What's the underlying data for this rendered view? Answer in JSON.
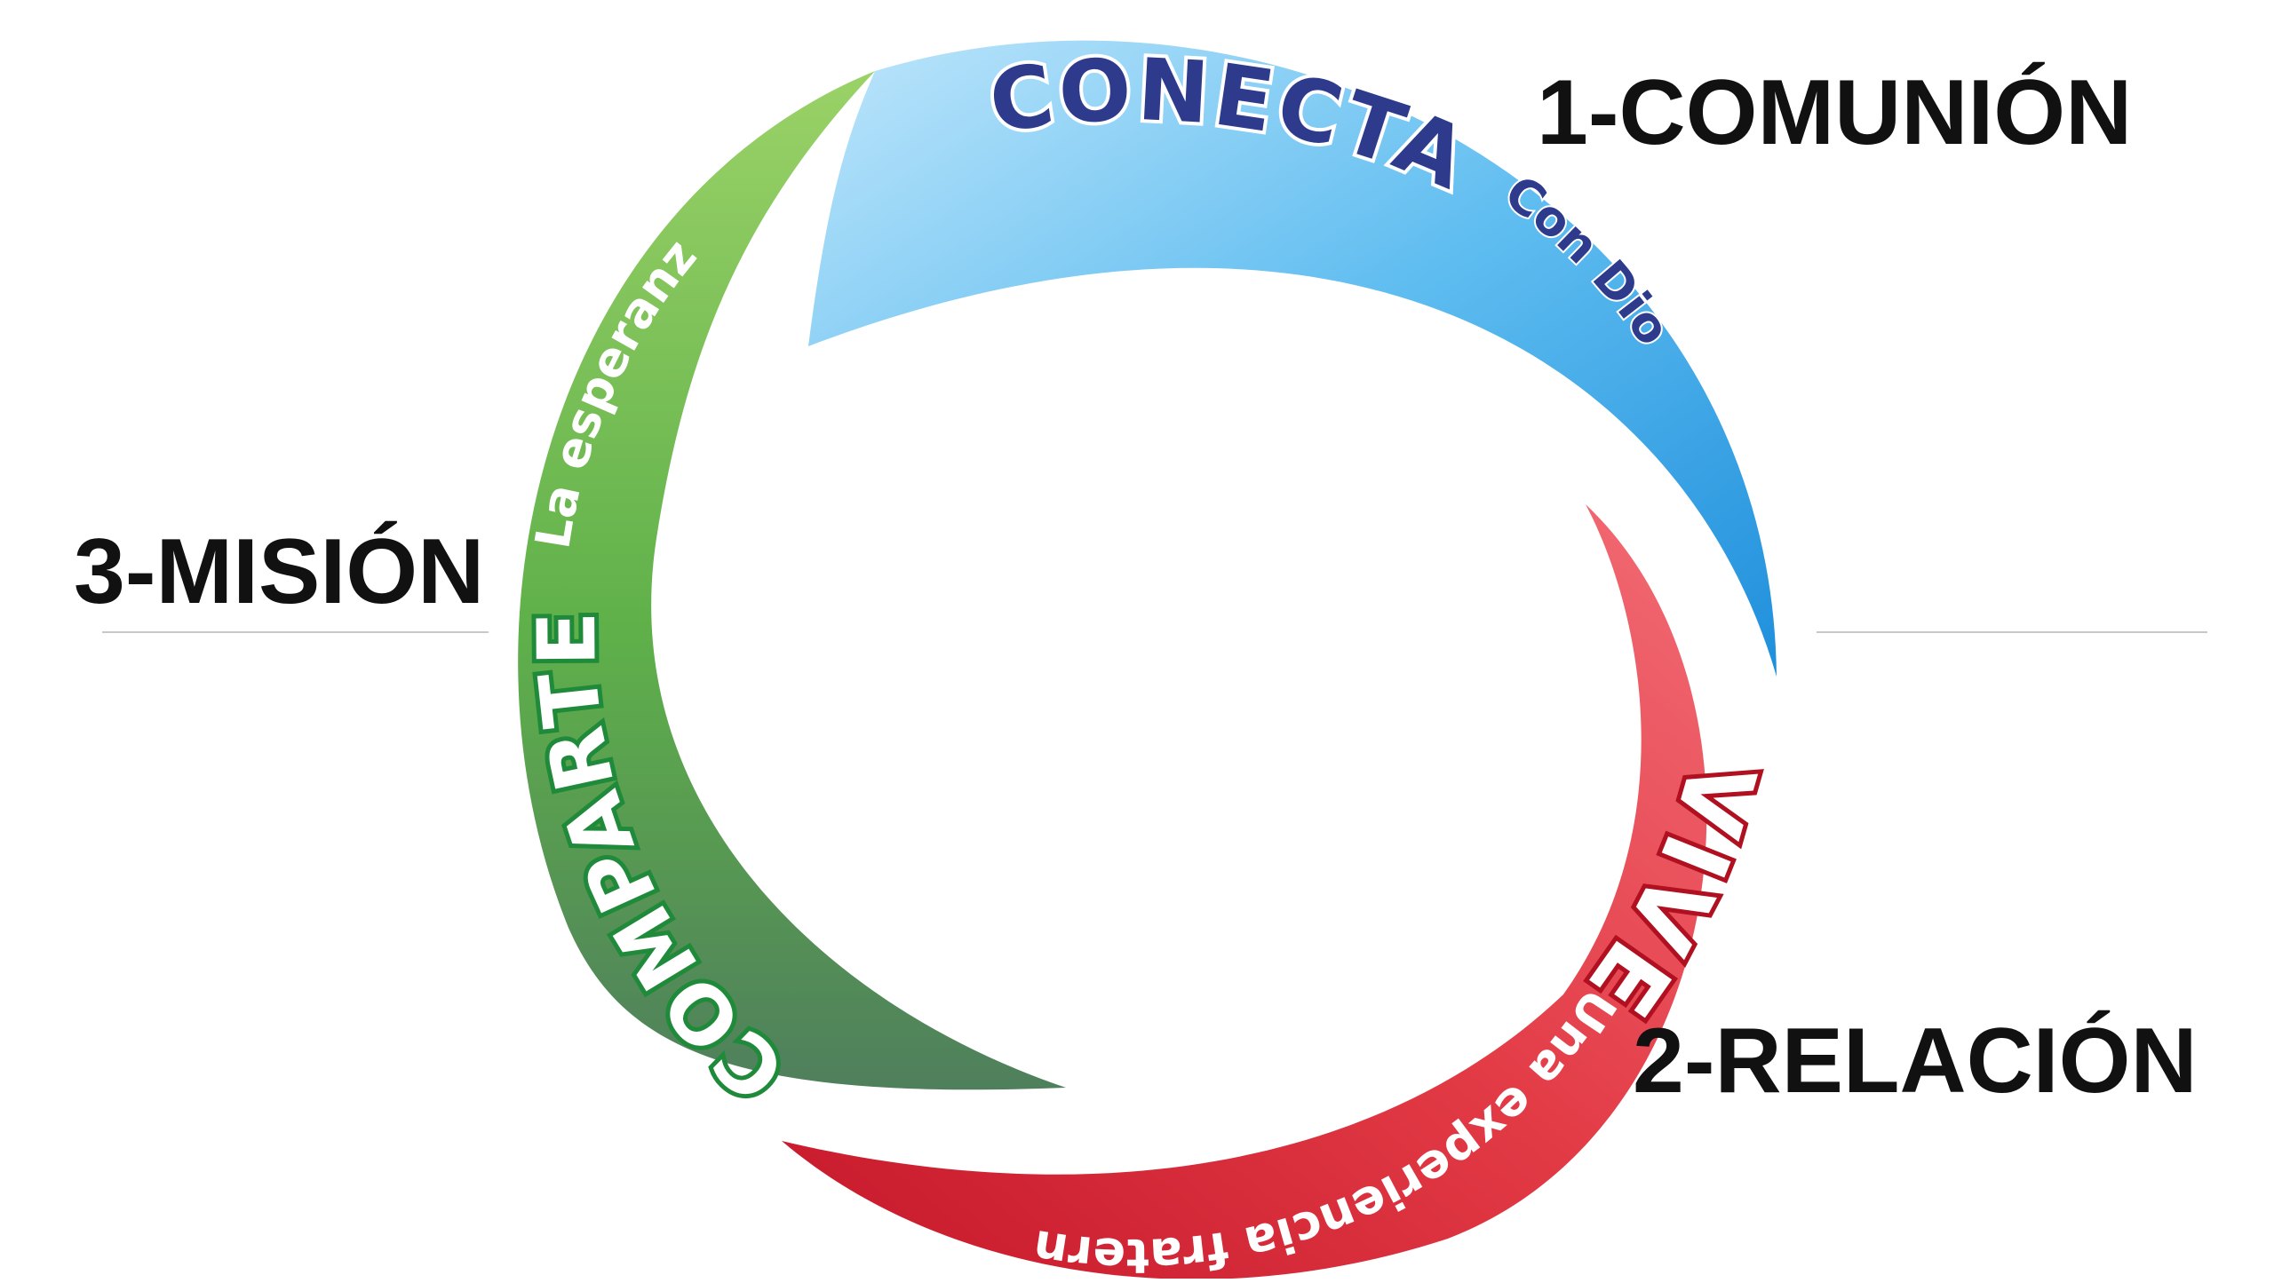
{
  "diagram": {
    "segments": [
      {
        "id": "conecta",
        "title": "CONECTA",
        "subtitle": "Con Dios",
        "stage_label": "1-COMUNIÓN",
        "colors": {
          "light": "#bfe6fb",
          "mid": "#5fbdf0",
          "dark": "#1f8fdc",
          "title_fill": "#2e3a8c",
          "title_stroke": "#ffffff",
          "subtitle_fill": "#2e3a8c"
        }
      },
      {
        "id": "vive",
        "title": "VIVE",
        "subtitle": "Una experiencia fraterna",
        "stage_label": "2-RELACIÓN",
        "colors": {
          "light": "#f26c75",
          "mid": "#e23a45",
          "dark": "#c5172a",
          "title_fill": "#ffffff",
          "title_stroke": "#b0101f",
          "subtitle_fill": "#ffffff"
        }
      },
      {
        "id": "comparte",
        "title": "COMPARTE",
        "subtitle": "La esperanza",
        "stage_label": "3-MISIÓN",
        "colors": {
          "light": "#9ad267",
          "mid": "#5fb04a",
          "dark": "#4f7f5c",
          "title_fill": "#ffffff",
          "title_stroke": "#1f8a3a",
          "subtitle_fill": "#ffffff"
        }
      }
    ]
  }
}
